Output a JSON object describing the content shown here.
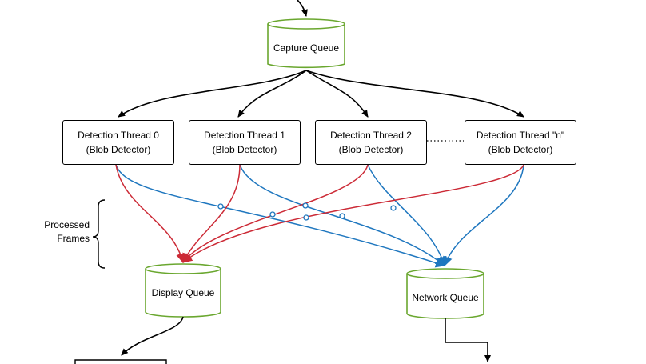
{
  "colors": {
    "queue_border": "#6aa72f",
    "display_edges": "#cc2a36",
    "network_edges": "#1f77bf",
    "control_edges": "#000000"
  },
  "capture_queue": {
    "label": "Capture Queue"
  },
  "display_queue": {
    "label": "Display Queue"
  },
  "network_queue": {
    "label": "Network Queue"
  },
  "threads": [
    {
      "title": "Detection Thread 0",
      "subtitle": "(Blob Detector)"
    },
    {
      "title": "Detection Thread 1",
      "subtitle": "(Blob Detector)"
    },
    {
      "title": "Detection Thread 2",
      "subtitle": "(Blob Detector)"
    },
    {
      "title": "Detection Thread \"n\"",
      "subtitle": "(Blob Detector)"
    }
  ],
  "processed_frames": {
    "line1": "Processed",
    "line2": "Frames"
  }
}
